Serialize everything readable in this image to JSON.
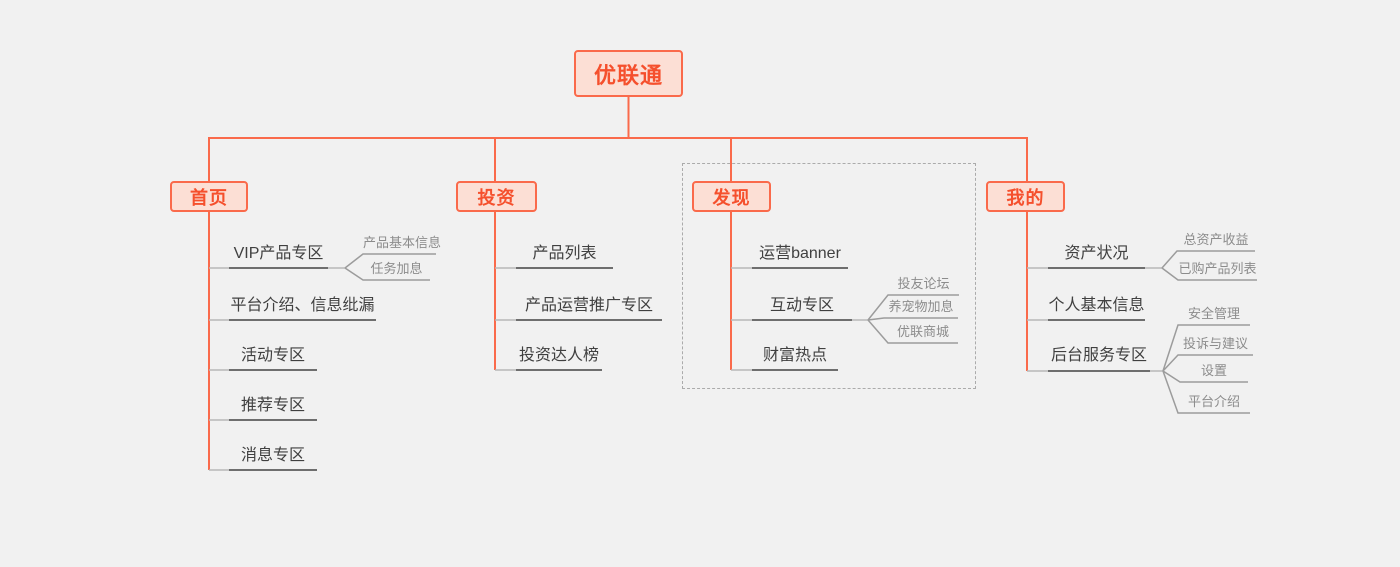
{
  "diagram": {
    "root": {
      "label": "优联通"
    },
    "branches": [
      {
        "label": "首页",
        "items": [
          {
            "label": "VIP产品专区",
            "children": [
              {
                "label": "产品基本信息"
              },
              {
                "label": "任务加息"
              }
            ]
          },
          {
            "label": "平台介绍、信息纰漏"
          },
          {
            "label": "活动专区"
          },
          {
            "label": "推荐专区"
          },
          {
            "label": "消息专区"
          }
        ]
      },
      {
        "label": "投资",
        "items": [
          {
            "label": "产品列表"
          },
          {
            "label": "产品运营推广专区"
          },
          {
            "label": "投资达人榜"
          }
        ]
      },
      {
        "label": "发现",
        "highlighted": true,
        "items": [
          {
            "label": "运营banner"
          },
          {
            "label": "互动专区",
            "children": [
              {
                "label": "投友论坛"
              },
              {
                "label": "养宠物加息"
              },
              {
                "label": "优联商城"
              }
            ]
          },
          {
            "label": "财富热点"
          }
        ]
      },
      {
        "label": "我的",
        "items": [
          {
            "label": "资产状况",
            "children": [
              {
                "label": "总资产收益"
              },
              {
                "label": "已购产品列表"
              }
            ]
          },
          {
            "label": "个人基本信息"
          },
          {
            "label": "后台服务专区",
            "children": [
              {
                "label": "安全管理"
              },
              {
                "label": "投诉与建议"
              },
              {
                "label": "设置"
              },
              {
                "label": "平台介绍"
              }
            ]
          }
        ]
      }
    ],
    "colors": {
      "accent": "#fa6a4b",
      "node_fill": "#fcdfd5",
      "node_text": "#f5502d",
      "item_text": "#404040",
      "leaf_text": "#8c8c8c",
      "item_line": "#6e6e6e",
      "leaf_line": "#9c9c9c",
      "dashed_border": "#ababab",
      "background": "#f1f1f1"
    }
  }
}
